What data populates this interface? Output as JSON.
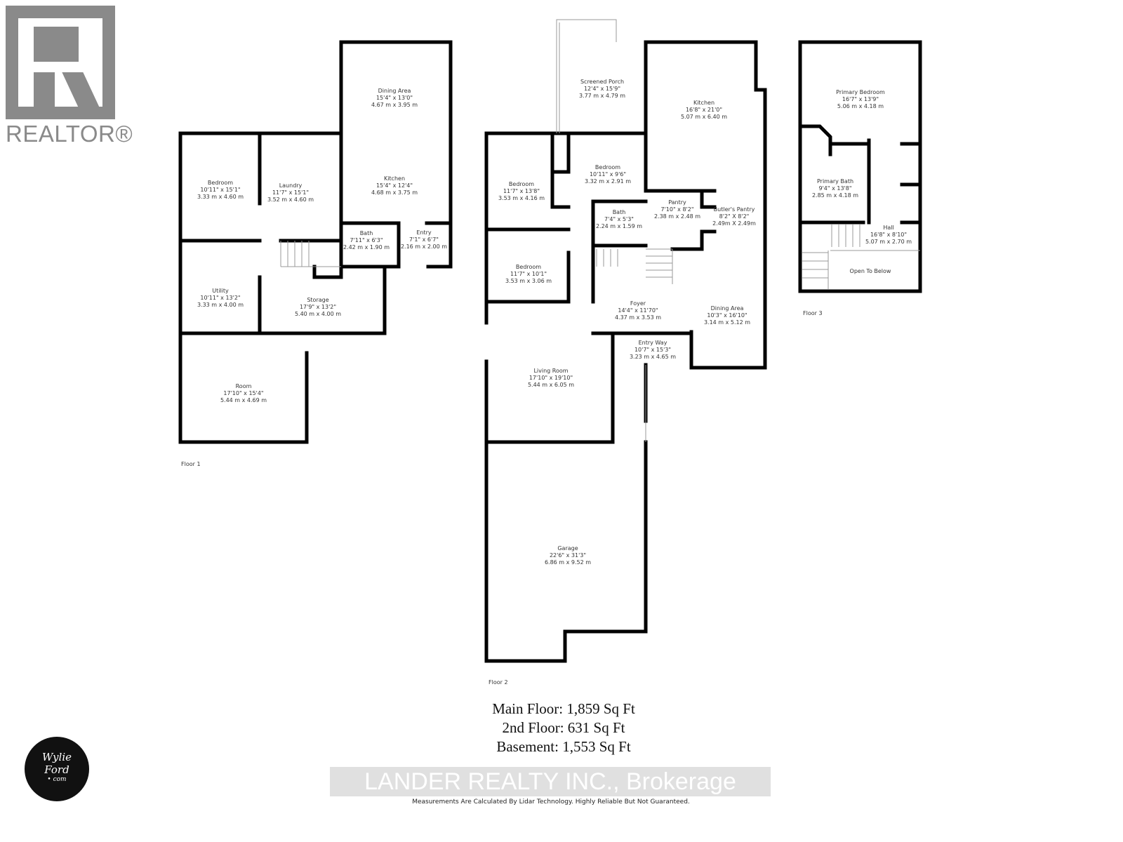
{
  "branding": {
    "realtor_word": "REALTOR®",
    "logo_text": [
      "Wylie",
      "Ford",
      "• com"
    ],
    "brokerage": "LANDER REALTY INC., Brokerage",
    "disclaimer": "Measurements Are Calculated By Lidar Technology. Highly Reliable But Not Guaranteed."
  },
  "totals": {
    "main_floor": "Main Floor: 1,859 Sq Ft",
    "second_floor": "2nd Floor: 631 Sq Ft",
    "basement": "Basement: 1,553 Sq Ft"
  },
  "floors": [
    {
      "label": "Floor 1",
      "rooms": [
        {
          "name": "Bedroom",
          "imperial": "10'11\" x 15'1\"",
          "metric": "3.33 m x 4.60 m"
        },
        {
          "name": "Laundry",
          "imperial": "11'7\" x 15'1\"",
          "metric": "3.52 m x 4.60 m"
        },
        {
          "name": "Dining Area",
          "imperial": "15'4\" x 13'0\"",
          "metric": "4.67 m x 3.95 m"
        },
        {
          "name": "Kitchen",
          "imperial": "15'4\" x 12'4\"",
          "metric": "4.68 m x 3.75 m"
        },
        {
          "name": "Bath",
          "imperial": "7'11\" x 6'3\"",
          "metric": "2.42 m x 1.90 m"
        },
        {
          "name": "Entry",
          "imperial": "7'1\" x 6'7\"",
          "metric": "2.16 m x 2.00 m"
        },
        {
          "name": "Utility",
          "imperial": "10'11\" x 13'2\"",
          "metric": "3.33 m x 4.00 m"
        },
        {
          "name": "Storage",
          "imperial": "17'9\" x 13'2\"",
          "metric": "5.40 m x 4.00 m"
        },
        {
          "name": "Room",
          "imperial": "17'10\" x 15'4\"",
          "metric": "5.44 m x 4.69 m"
        }
      ]
    },
    {
      "label": "Floor 2",
      "rooms": [
        {
          "name": "Screened Porch",
          "imperial": "12'4\" x 15'9\"",
          "metric": "3.77 m x 4.79 m"
        },
        {
          "name": "Kitchen",
          "imperial": "16'8\" x 21'0\"",
          "metric": "5.07 m x 6.40 m"
        },
        {
          "name": "Bedroom",
          "imperial": "11'7\" x 13'8\"",
          "metric": "3.53 m x 4.16 m"
        },
        {
          "name": "Bedroom",
          "imperial": "10'11\" x 9'6\"",
          "metric": "3.32 m x 2.91 m"
        },
        {
          "name": "Bath",
          "imperial": "7'4\" x 5'3\"",
          "metric": "2.24 m x 1.59 m"
        },
        {
          "name": "Pantry",
          "imperial": "7'10\" x 8'2\"",
          "metric": "2.38 m x 2.48 m"
        },
        {
          "name": "Butler's Pantry",
          "imperial": "8'2\" X 8'2\"",
          "metric": "2.49m X 2.49m"
        },
        {
          "name": "Bedroom",
          "imperial": "11'7\" x 10'1\"",
          "metric": "3.53 m x 3.06 m"
        },
        {
          "name": "Foyer",
          "imperial": "14'4\" x 11'70\"",
          "metric": "4.37 m x 3.53 m"
        },
        {
          "name": "Dining Area",
          "imperial": "10'3\" x 16'10\"",
          "metric": "3.14 m x 5.12 m"
        },
        {
          "name": "Entry Way",
          "imperial": "10'7\" x 15'3\"",
          "metric": "3.23 m x 4.65 m"
        },
        {
          "name": "Living Room",
          "imperial": "17'10\" x 19'10\"",
          "metric": "5.44 m x 6.05 m"
        },
        {
          "name": "Garage",
          "imperial": "22'6\" x 31'3\"",
          "metric": "6.86 m x 9.52 m"
        }
      ]
    },
    {
      "label": "Floor 3",
      "rooms": [
        {
          "name": "Primary Bedroom",
          "imperial": "16'7\" x 13'9\"",
          "metric": "5.06 m x 4.18 m"
        },
        {
          "name": "Primary Bath",
          "imperial": "9'4\" x 13'8\"",
          "metric": "2.85 m x 4.18 m"
        },
        {
          "name": "Hall",
          "imperial": "16'8\" x 8'10\"",
          "metric": "5.07 m x 2.70 m"
        },
        {
          "name": "Open To Below"
        }
      ]
    }
  ]
}
